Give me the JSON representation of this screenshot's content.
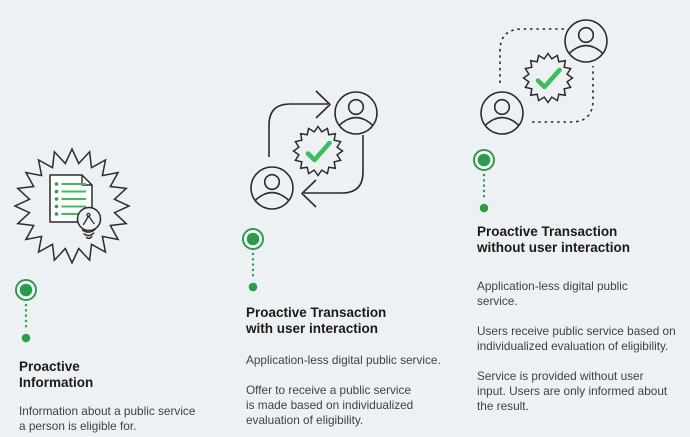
{
  "page": {
    "background_color": "#eef1f4",
    "accent_green": "#2a9d4b",
    "check_green": "#3ebc5e",
    "outline_color": "#2b2b2b",
    "heading_color": "#1a1a1a",
    "body_color": "#404040"
  },
  "columns": [
    {
      "id": "proactive-information",
      "illustration": "starburst-document-lightbulb",
      "heading": "Proactive\nInformation",
      "paragraphs": {
        "p1": "Information about a public service\na person is eligible for."
      }
    },
    {
      "id": "proactive-transaction-with-user-interaction",
      "illustration": "two-people-cycle-arrows-with-check-badge",
      "heading": "Proactive Transaction\nwith user interaction",
      "paragraphs": {
        "p1": "Application-less digital public service.",
        "p2": "Offer to receive a public service\nis made based on individualized\nevaluation of eligibility."
      }
    },
    {
      "id": "proactive-transaction-without-user-interaction",
      "illustration": "two-people-dashed-loop-with-check-badge",
      "heading": "Proactive Transaction\nwithout user interaction",
      "paragraphs": {
        "p1": "Application-less digital public\nservice.",
        "p2": "Users receive public service based on\nindividualized evaluation of eligibility.",
        "p3": "Service is provided without user\ninput. Users are only informed about\nthe result."
      }
    }
  ]
}
